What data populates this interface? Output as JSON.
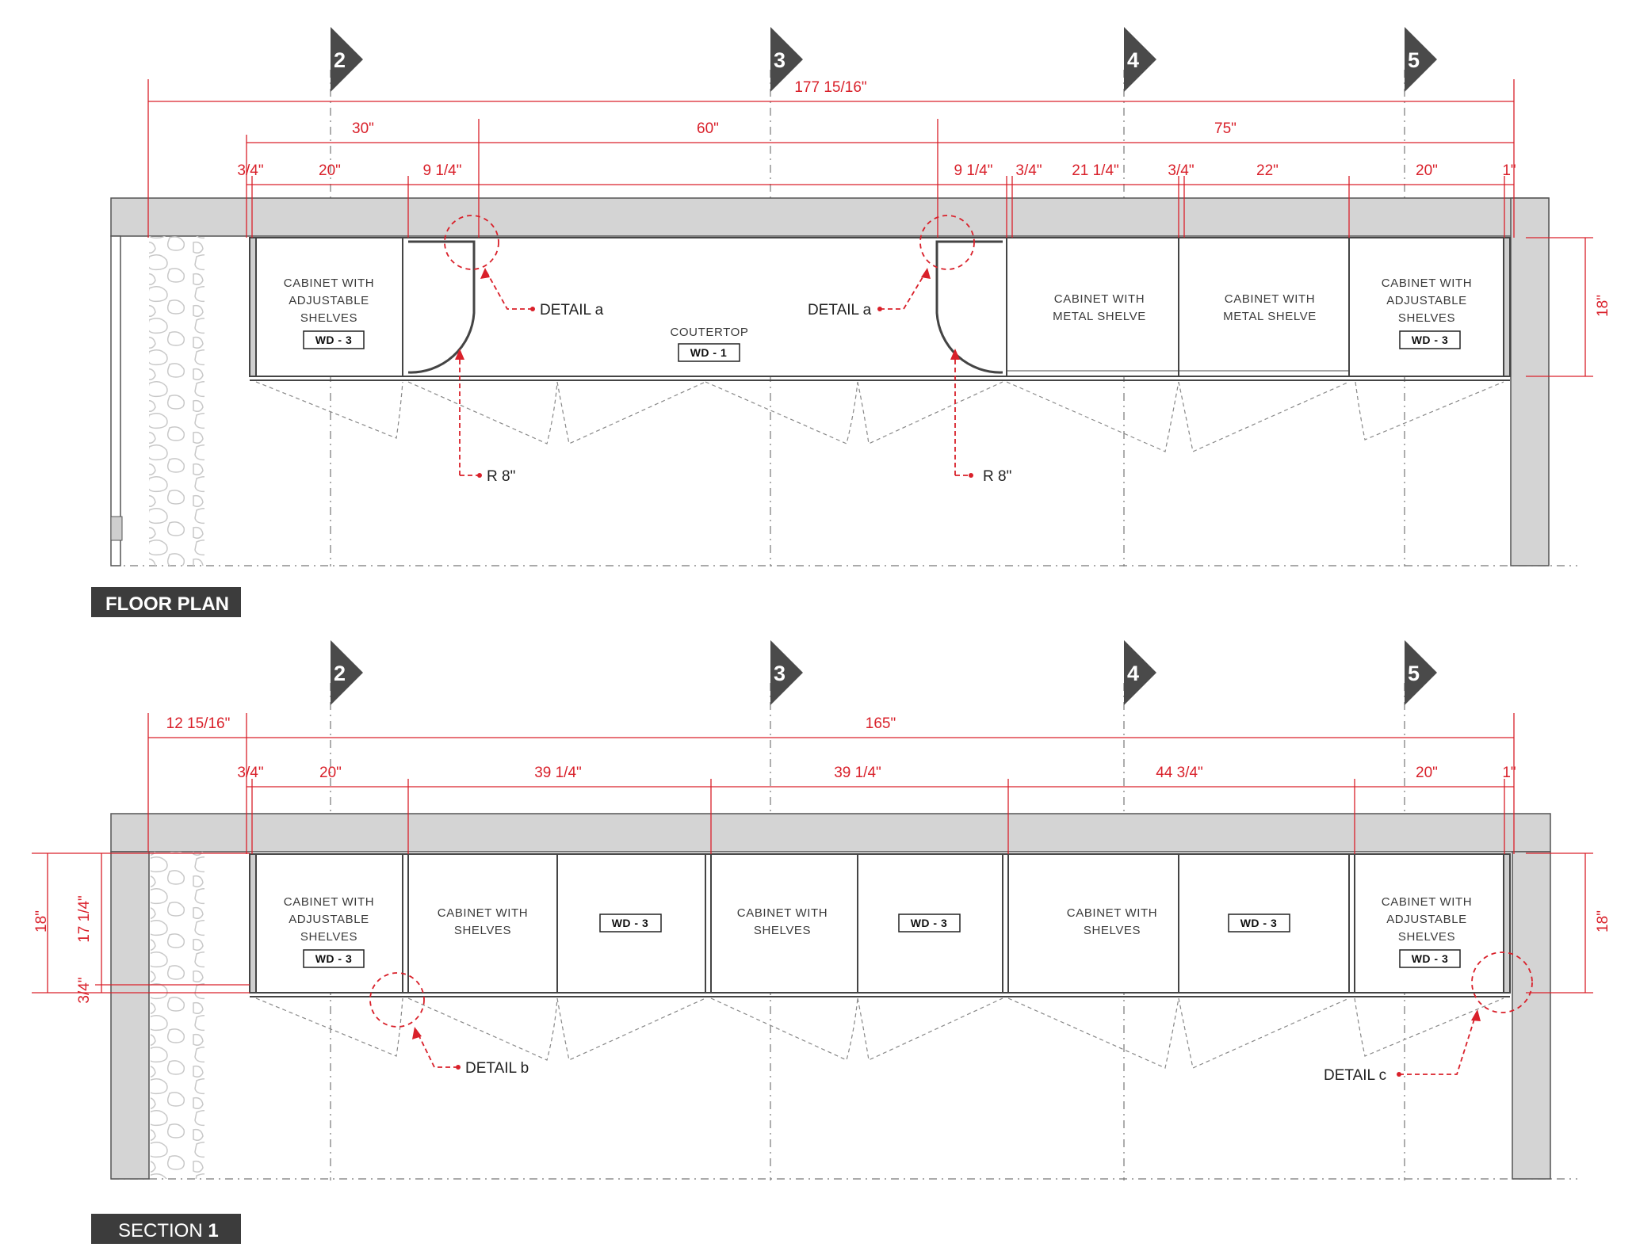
{
  "floor_plan": {
    "title": "FLOOR PLAN",
    "grid_markers": [
      "2",
      "3",
      "4",
      "5"
    ],
    "dims_overall": "177 15/16\"",
    "dims_row1": [
      "30\"",
      "60\"",
      "75\""
    ],
    "dims_row2": [
      "3/4\"",
      "20\"",
      "9 1/4\"",
      "9 1/4\"",
      "3/4\"",
      "21 1/4\"",
      "3/4\"",
      "22\"",
      "20\"",
      "1\""
    ],
    "dim_depth": "18\"",
    "cabinet_left": [
      "CABINET WITH",
      "ADJUSTABLE",
      "SHELVES"
    ],
    "cabinet_left_tag": "WD - 3",
    "countertop_label": "COUTERTOP",
    "countertop_tag": "WD - 1",
    "cabinet_metal_1": [
      "CABINET WITH",
      "METAL SHELVE"
    ],
    "cabinet_metal_2": [
      "CABINET WITH",
      "METAL SHELVE"
    ],
    "cabinet_right": [
      "CABINET WITH",
      "ADJUSTABLE",
      "SHELVES"
    ],
    "cabinet_right_tag": "WD - 3",
    "detail_left": "DETAIL a",
    "detail_right": "DETAIL a",
    "radius_left": "R 8\"",
    "radius_right": "R 8\""
  },
  "section": {
    "title_prefix": "SECTION",
    "title_number": "1",
    "grid_markers": [
      "2",
      "3",
      "4",
      "5"
    ],
    "dims_overall_left": "12 15/16\"",
    "dims_overall": "165\"",
    "dims_row": [
      "3/4\"",
      "20\"",
      "39 1/4\"",
      "39 1/4\"",
      "44 3/4\"",
      "20\"",
      "1\""
    ],
    "dims_left_v": [
      "18\"",
      "17 1/4\"",
      "3/4\""
    ],
    "dim_right_v": "18\"",
    "cabinet_left": [
      "CABINET WITH",
      "ADJUSTABLE",
      "SHELVES"
    ],
    "cabinet_left_tag": "WD - 3",
    "cabinet_shelves_1": [
      "CABINET WITH",
      "SHELVES"
    ],
    "tag_1": "WD - 3",
    "cabinet_shelves_2": [
      "CABINET WITH",
      "SHELVES"
    ],
    "tag_2": "WD - 3",
    "cabinet_shelves_3": [
      "CABINET WITH",
      "SHELVES"
    ],
    "tag_3": "WD - 3",
    "cabinet_right": [
      "CABINET WITH",
      "ADJUSTABLE",
      "SHELVES"
    ],
    "cabinet_right_tag": "WD - 3",
    "detail_b": "DETAIL b",
    "detail_c": "DETAIL c"
  },
  "colors": {
    "dimension": "#d9202a",
    "wall": "#d4d4d4",
    "title_bar": "#3c3c3c"
  }
}
